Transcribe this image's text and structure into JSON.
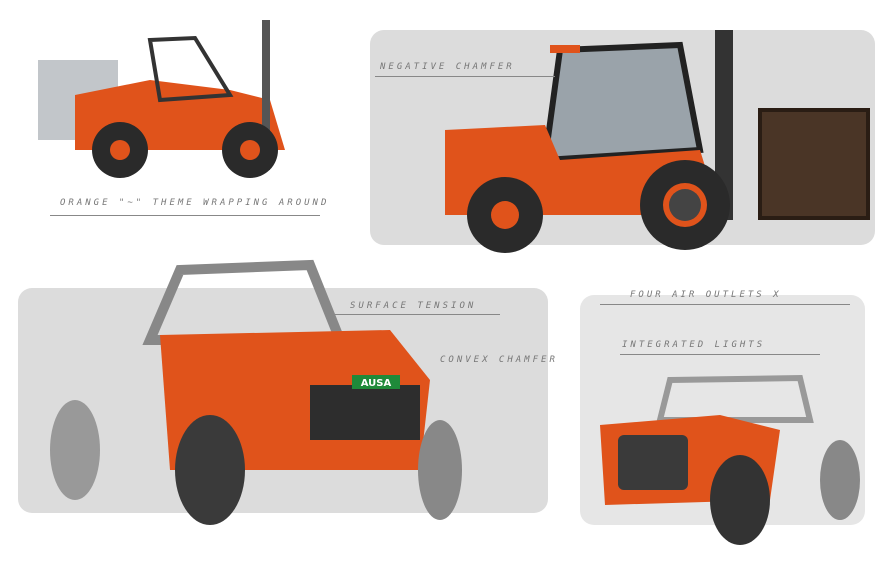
{
  "annotations": {
    "orange_theme": "ORANGE \"~\" THEME WRAPPING AROUND",
    "negative_chamfer": "NEGATIVE CHAMFER",
    "surface_tension": "SURFACE TENSION",
    "convex_chamfer": "CONVEX CHAMFER",
    "four_air_outlets": "FOUR AIR OUTLETS X",
    "integrated_lights": "INTEGRATED LIGHTS"
  },
  "brand": {
    "logo_text": "AUSA"
  },
  "colors": {
    "orange": "#e0531b",
    "dark_orange": "#a8360e",
    "panel": "#dcdcdc",
    "tire": "#2a2a2a",
    "crate": "#4a3526"
  }
}
